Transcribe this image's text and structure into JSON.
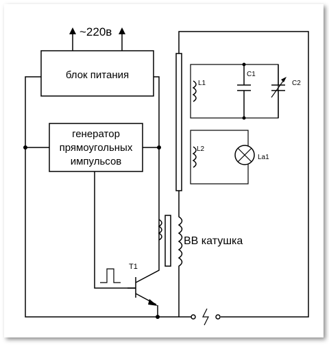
{
  "supply": {
    "label": "~220в"
  },
  "power_block": {
    "label": "блок питания"
  },
  "generator": {
    "lines": [
      "генератор",
      "прямоугольных",
      "импульсов"
    ]
  },
  "transistor": {
    "label": "T1"
  },
  "hv_coil": {
    "label": "ВВ катушка"
  },
  "coil_l1": {
    "label": "L1"
  },
  "coil_l2": {
    "label": "L2"
  },
  "cap_c1": {
    "label": "C1"
  },
  "cap_c2": {
    "label": "C2"
  },
  "lamp": {
    "label": "La1"
  }
}
